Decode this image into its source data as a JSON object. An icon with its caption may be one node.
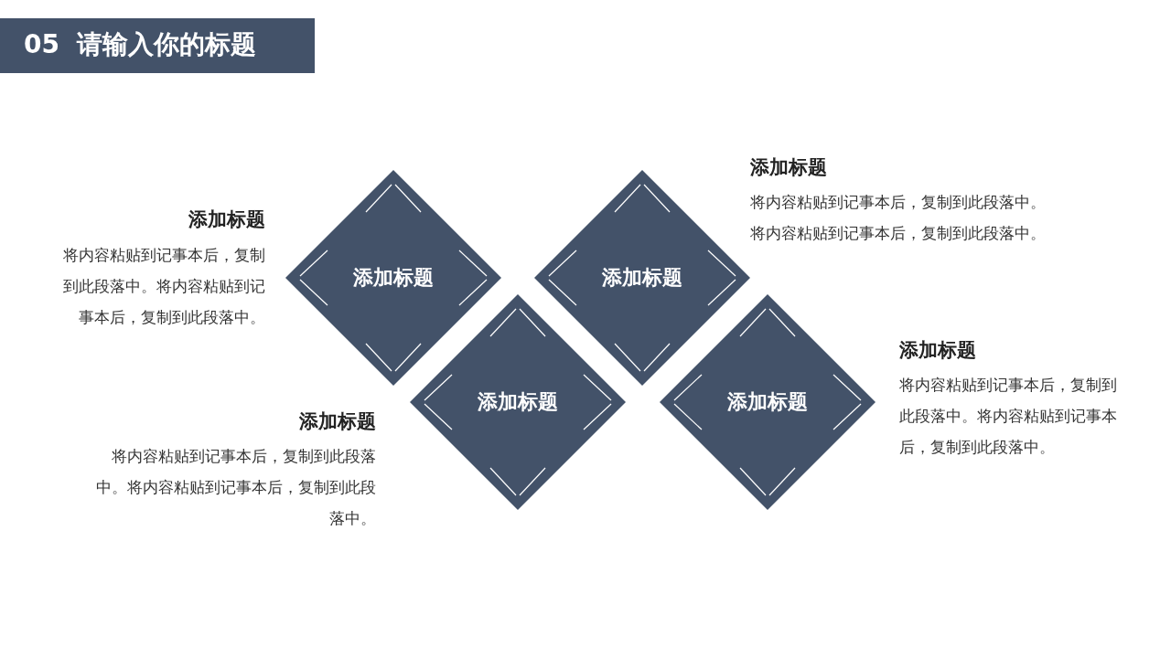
{
  "diagram": {
    "title": "05  请输入你的标题",
    "nodes": [
      {
        "text": [
          "添加标题"
        ],
        "beside": [
          "添加标题",
          "将内容粘贴到记事本后，复制到此段落中。将内容粘贴到记事本后，复制到此段落中。"
        ]
      },
      {
        "text": [
          "添加标题"
        ],
        "beside": [
          "添加标题",
          "将内容粘贴到记事本后，复制到此段落中。将内容粘贴到记事本后，复制到此段落中。"
        ]
      },
      {
        "text": [
          "添加标题"
        ],
        "beside": [
          "添加标题",
          "将内容粘贴到记事本后，复制到此段落中。将内容粘贴到记事本后，复制到此段落中。"
        ]
      },
      {
        "text": [
          "添加标题"
        ],
        "beside": [
          "添加标题",
          "将内容粘贴到记事本后，复制到此段落中。将内容粘贴到记事本后，复制到此段落中。"
        ]
      }
    ]
  }
}
